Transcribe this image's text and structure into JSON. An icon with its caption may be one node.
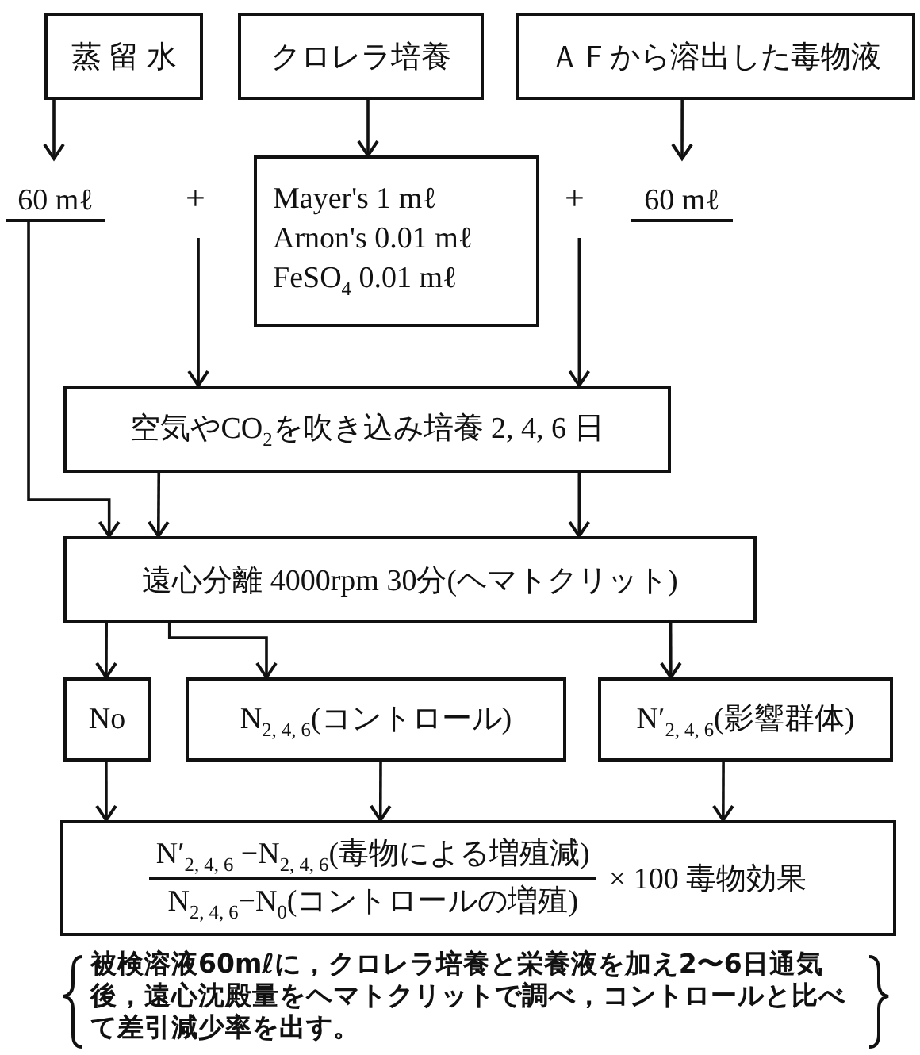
{
  "diagram": {
    "nodes": [
      {
        "text": [
          "蒸 留 水"
        ]
      },
      {
        "text": [
          "クロレラ培養"
        ]
      },
      {
        "text": [
          "ＡＦから溶出した毒物液"
        ]
      },
      {
        "text": [
          "60 mℓ"
        ]
      },
      {
        "text": [
          "Mayer's 1 mℓ",
          "Arnon's 0.01 mℓ",
          "FeSO$_{4}$ 0.01 mℓ"
        ]
      },
      {
        "text": [
          "60 mℓ"
        ]
      },
      {
        "text": [
          "空気やCO$_{2}$を吹き込み培養 2, 4, 6 日"
        ]
      },
      {
        "text": [
          "遠心分離 4000rpm 30分(ヘマトクリット)"
        ]
      },
      {
        "text": [
          "No"
        ]
      },
      {
        "text": [
          "N$_{2, 4, 6}$(コントロール)"
        ]
      },
      {
        "text": [
          "N′$_{2, 4, 6}$(影響群体)"
        ]
      },
      {
        "text": [
          "N′$_{2, 4, 6}$ −N$_{2, 4, 6}$(毒物による増殖減)",
          "N$_{2, 4, 6}$−N$_{0}$(コントロールの増殖)",
          "× 100 毒物効果"
        ]
      }
    ],
    "edges": [
      {
        "from": 0,
        "to": 3,
        "arrow": "to"
      },
      {
        "from": 1,
        "to": 4,
        "arrow": "to"
      },
      {
        "from": 2,
        "to": 5,
        "arrow": "to"
      },
      {
        "from": 3,
        "to": 7,
        "arrow": "to"
      },
      {
        "from": null,
        "to": 6,
        "arrow": "to"
      },
      {
        "from": null,
        "to": 6,
        "arrow": "to"
      },
      {
        "from": 6,
        "to": 7,
        "arrow": "to"
      },
      {
        "from": 6,
        "to": 7,
        "arrow": "to"
      },
      {
        "from": 7,
        "to": 8,
        "arrow": "to"
      },
      {
        "from": 7,
        "to": 9,
        "arrow": "to"
      },
      {
        "from": 7,
        "to": 10,
        "arrow": "to"
      },
      {
        "from": 8,
        "to": 11,
        "arrow": "to"
      },
      {
        "from": 9,
        "to": 11,
        "arrow": "to"
      },
      {
        "from": 10,
        "to": 11,
        "arrow": "to"
      }
    ],
    "labels": [
      "+",
      "+"
    ],
    "caption": "被検溶液60mℓに，クロレラ培養と栄養液を加え2〜6日通気後，遠心沈殿量をヘマトクリットで調べ，コントロールと比べて差引減少率を出す。"
  }
}
